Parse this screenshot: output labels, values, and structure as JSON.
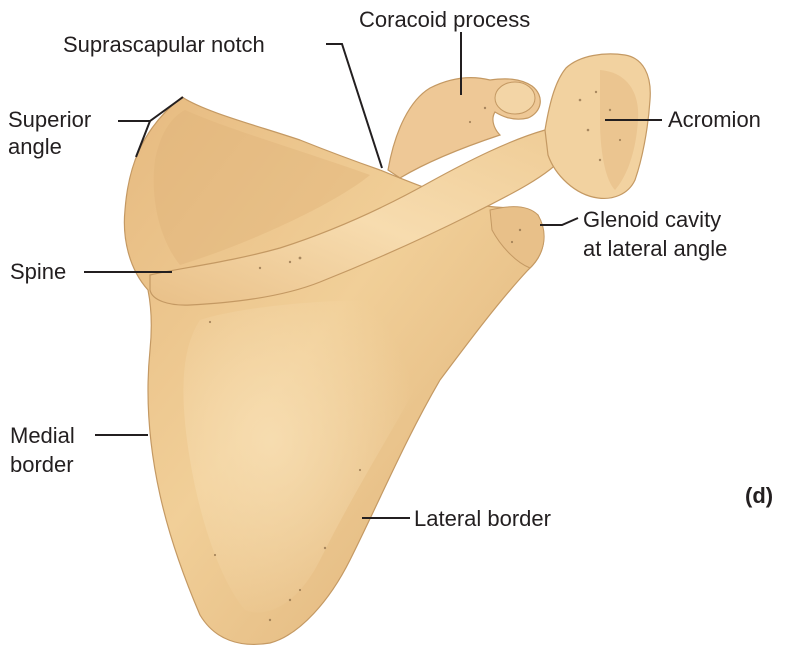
{
  "labels": {
    "coracoid": "Coracoid process",
    "suprascapular": "Suprascapular notch",
    "superior_angle_1": "Superior",
    "superior_angle_2": "angle",
    "acromion": "Acromion",
    "glenoid_1": "Glenoid cavity",
    "glenoid_2": "at lateral angle",
    "spine": "Spine",
    "medial_1": "Medial",
    "medial_2": "border",
    "lateral": "Lateral border",
    "panel": "(d)"
  },
  "colors": {
    "bone": "#ebc48e",
    "bone_light": "#f6dcb0",
    "bone_shadow": "#c99c64",
    "leader": "#231f20",
    "text": "#231f20"
  }
}
